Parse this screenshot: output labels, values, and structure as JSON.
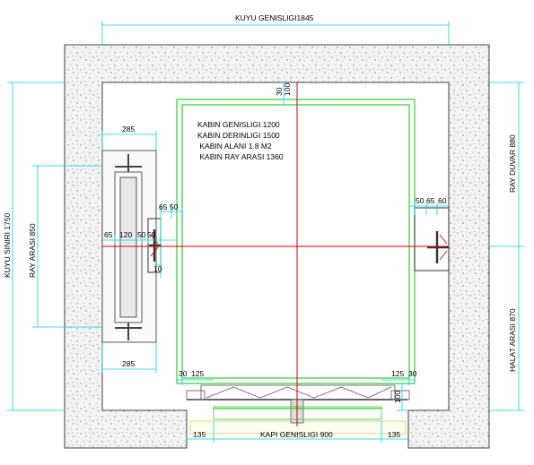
{
  "dimensions": {
    "shaft_width": "KUYU GENISLIGI1845",
    "shaft_depth": "KUYU SINIRI 1750",
    "rail_distance_left": "RAY ARASI 850",
    "rail_wall": "RAY DUVAR 880",
    "landing_gap": "HALAT ARASI 870",
    "door_width": "KAPI GENISLIGI 900",
    "top_gap_a": "30",
    "top_gap_b": "100",
    "bracket_top": "285",
    "bracket_bottom": "285",
    "left_65": "65",
    "left_120": "120",
    "left_50": "50",
    "left_59": "59",
    "left_10": "10",
    "left_65b": "65",
    "left_50b": "50",
    "right_50": "50",
    "right_65": "65",
    "right_60": "60",
    "door_left_30": "30",
    "door_left_125": "125",
    "door_right_125": "125",
    "door_right_30": "30",
    "sill_100": "100",
    "bottom_left_135": "135",
    "bottom_right_135": "135"
  },
  "cabin_notes": [
    "KABIN GENISLIGI 1200",
    "KABIN DERINLIGI 1500",
    " KABIN ALANI 1.8 M2",
    " KABIN RAY ARASI 1360"
  ],
  "colors": {
    "wall_fill": "#f2f2f2",
    "wall_stroke": "#444444",
    "dimension": "#00d2e6",
    "cabin": "#33cc33",
    "axis": "#d40000",
    "steel": "#555555"
  }
}
